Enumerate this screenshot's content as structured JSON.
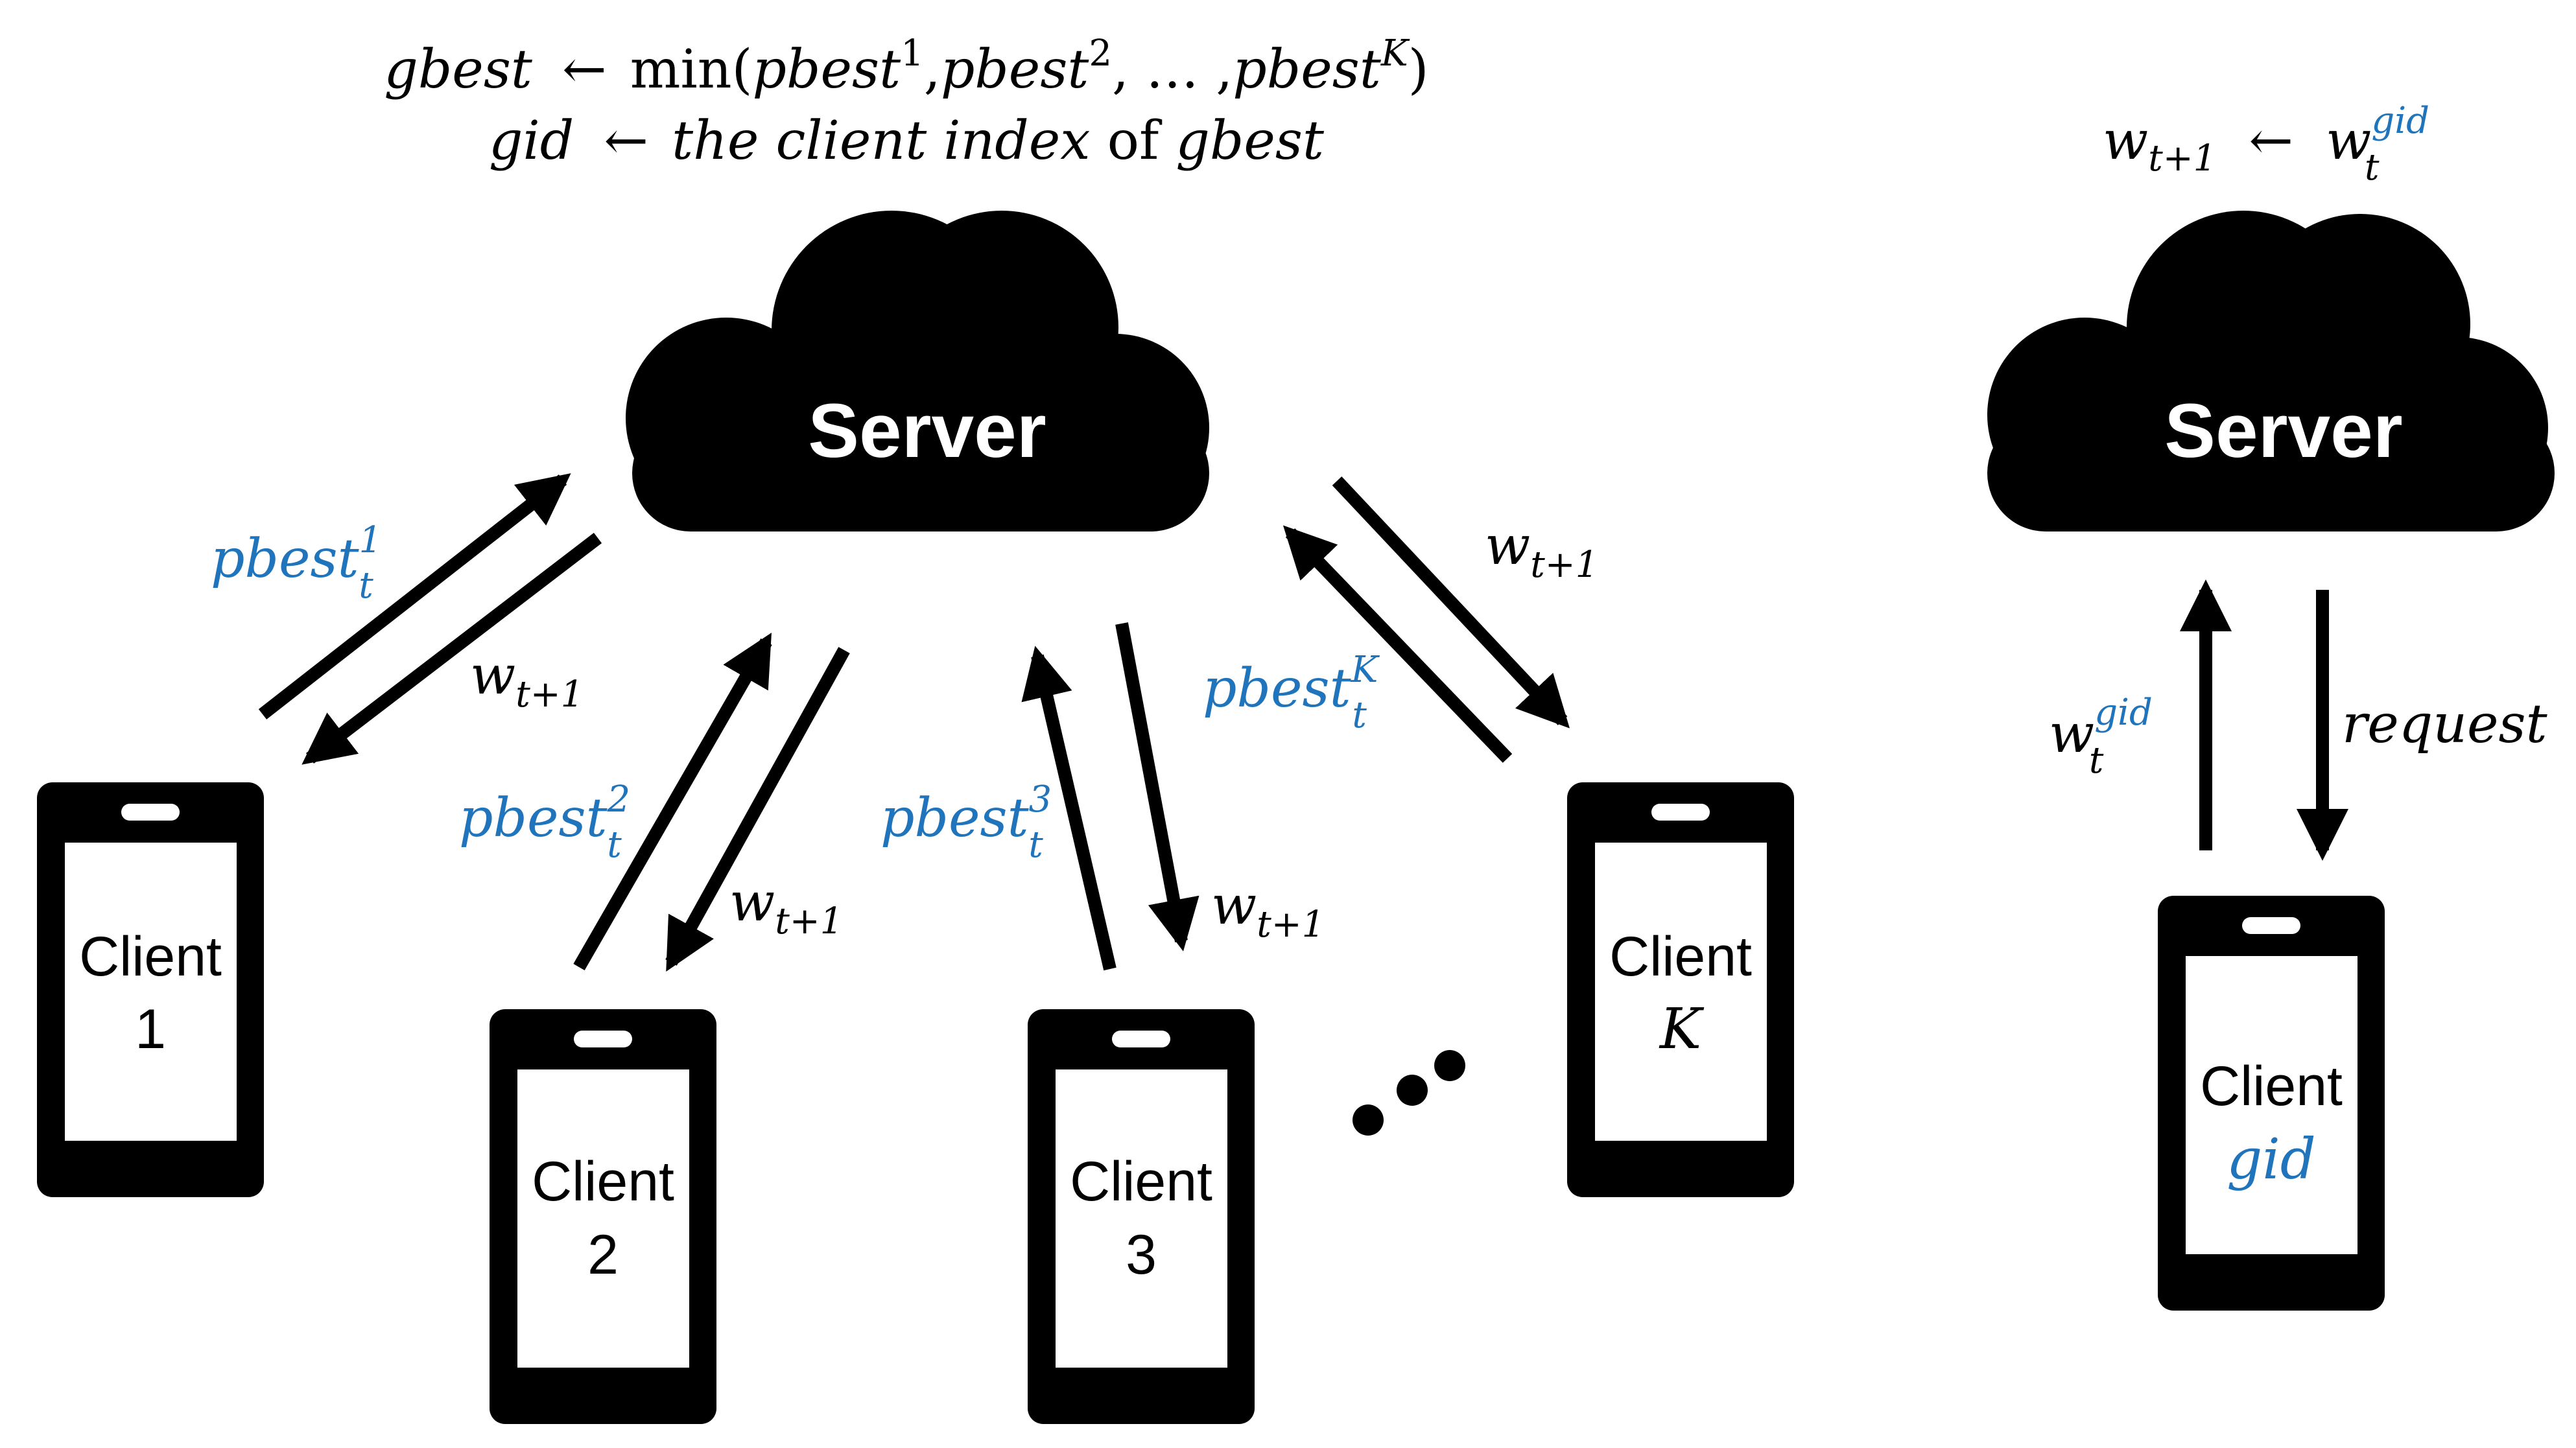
{
  "colors": {
    "ink": "#000000",
    "accent": "#1f74bb",
    "screen": "#ffffff",
    "background": "#ffffff"
  },
  "formula": {
    "line1": {
      "lhs": "gbest",
      "arrow": "←",
      "func": "min(",
      "arg1": "pbest",
      "sup1": "1",
      "arg2": "pbest",
      "sup2": "2",
      "dots": ", … ,",
      "argk": "pbest",
      "supk": "K",
      "close": ")"
    },
    "line2": {
      "lhs": "gid",
      "arrow": "←",
      "text": "the client index",
      "of": "of",
      "rhs": "gbest"
    },
    "right": {
      "lhs": "w",
      "lhs_sub": "t+1",
      "arrow": "←",
      "rhs": "w",
      "rhs_sub": "t",
      "rhs_sup": "gid"
    }
  },
  "servers": [
    {
      "label": "Server",
      "icon": "cloud-icon"
    },
    {
      "label": "Server",
      "icon": "cloud-icon"
    }
  ],
  "clients": [
    {
      "word": "Client",
      "id": "1",
      "icon": "phone-icon"
    },
    {
      "word": "Client",
      "id": "2",
      "icon": "phone-icon"
    },
    {
      "word": "Client",
      "id": "3",
      "icon": "phone-icon"
    },
    {
      "word": "Client",
      "id": "K",
      "icon": "phone-icon"
    },
    {
      "word": "Client",
      "id": "gid",
      "icon": "phone-icon"
    }
  ],
  "ellipsis_icon": "dots-icon",
  "edge_labels": {
    "pbest": "pbest",
    "t": "t",
    "w": "w",
    "t_plus_1": "t+1",
    "sup_1": "1",
    "sup_2": "2",
    "sup_3": "3",
    "sup_K": "K",
    "gid": "gid",
    "request": "request"
  }
}
